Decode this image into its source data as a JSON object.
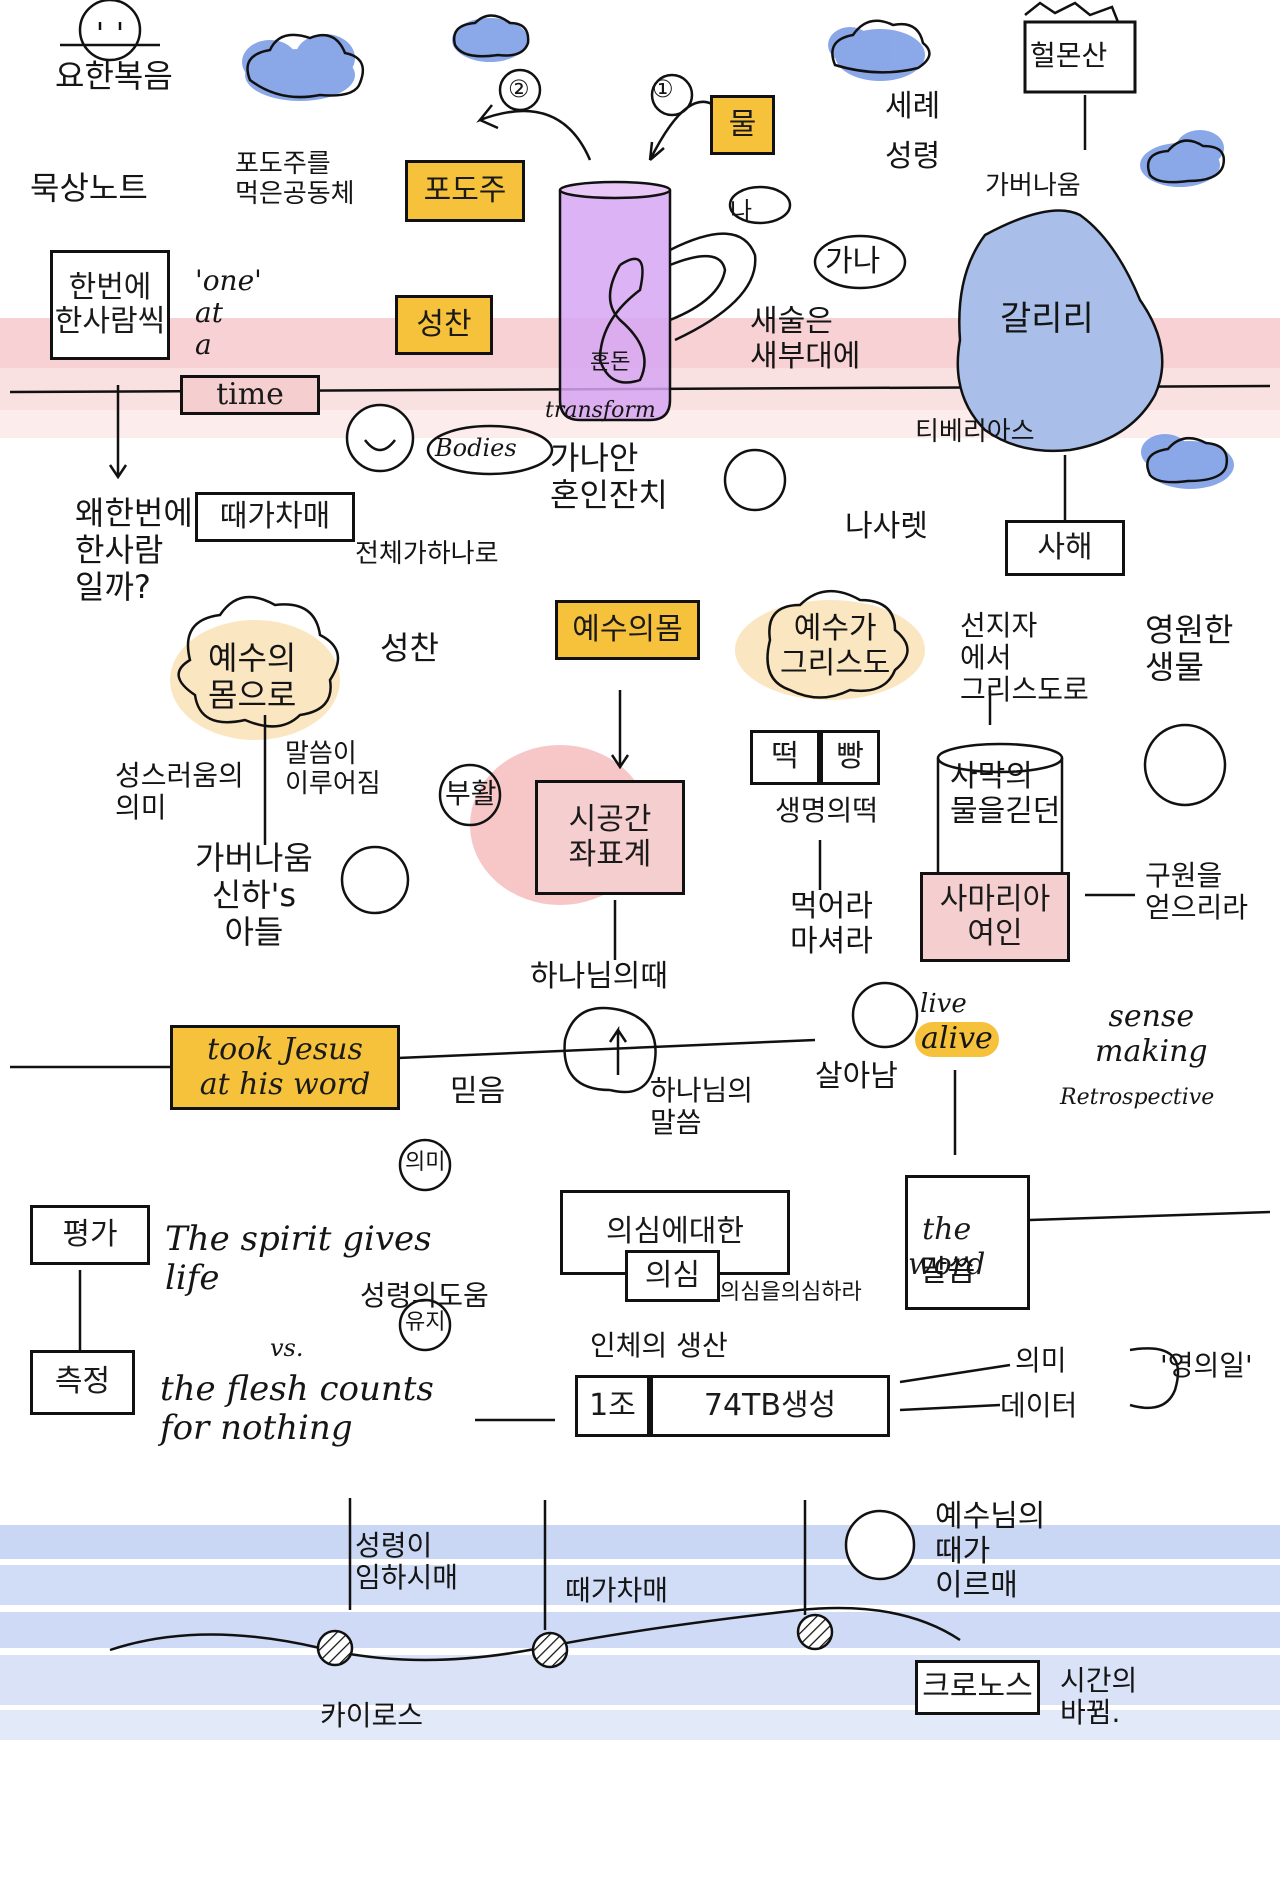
{
  "title": "요한복음 묵상노트",
  "texts": {
    "gospel": "요한복음",
    "meditation_note": "묵상노트",
    "wine_shared": "포도주를\n먹은공동체",
    "wine": "포도주",
    "holy_supper": "성찬",
    "water": "물",
    "baptism": "세례",
    "holy_spirit": "성령",
    "na": "나",
    "gana": "가나",
    "capernaum_top": "가버나움",
    "hermon": "헐몬산",
    "galilee": "갈리리",
    "one_at_a_time_ko": "한번에\n한사람씩",
    "one_at_a_time_en": "'one'\nat\na",
    "time": "time",
    "bodies": "Bodies",
    "new_wine": "새술은\n새부대에",
    "jar_core": "혼돈",
    "transform": "transform",
    "cana_wedding": "가나안\n혼인잔치",
    "tiberias": "티베리아스",
    "nazareth": "나사렛",
    "dead_sea": "사해",
    "why_one": "왜한번에\n한사람\n일까?",
    "timing": "때가차매",
    "whole_one": "전체가하나로",
    "jesus_body_cloud": "예수의\n몸으로",
    "holy_supper_2": "성찬",
    "jesus_body": "예수의몸",
    "jesus_christ": "예수가\n그리스도",
    "prophet_to_christ": "선지자\n에서\n그리스도로",
    "eternal_water": "영원한\n생물",
    "holiness_meaning": "성스러움의\n의미",
    "word_fulfilled": "말씀이\n이루어짐",
    "resurrection": "부활",
    "capernaum_son": "가버나움\n신하's\n아들",
    "spacetime": "시공간\n좌표계",
    "bread_rice": "떡",
    "bread": "빵",
    "bread_of_life": "생명의떡",
    "desert_water": "사막의\n물을긷던",
    "samaritan": "사마리아\n여인",
    "salvation": "구원을\n얻으리라",
    "eat_drink": "먹어라\n마셔라",
    "gods_time": "하나님의때",
    "took_jesus": "took Jesus\nat his word",
    "faith": "믿음",
    "gods_word": "하나님의\n말씀",
    "live": "live",
    "alive": "alive",
    "living": "살아남",
    "sense_making": "sense\nmaking",
    "retrospective": "Retrospective",
    "evaluation": "평가",
    "measurement": "측정",
    "meaning_1": "의미",
    "spirit_gives": "The spirit gives\nlife",
    "spirit_help": "성령의도움",
    "vs": "vs.",
    "maintain": "유지",
    "flesh_counts": "the flesh counts\nfor nothing",
    "doubt_about": "의심에대한",
    "doubt": "의심",
    "doubt_doubt": "의심을의심하라",
    "the_word": "the\nword",
    "word_ko": "말씀",
    "human_gen": "인체의 생산",
    "one_trillion": "1조",
    "seventy_tb": "74TB생성",
    "meaning_2": "의미",
    "data": "데이터",
    "spirit_meaning": "'영의일'",
    "spirit_comes": "성령이\n임하시매",
    "timing_bottom": "때가차매",
    "jesus_time": "예수님의\n때가\n이르매",
    "kairos": "카이로스",
    "chronos": "크로노스",
    "time_change": "시간의\n바뀜.",
    "num_1": "①",
    "num_2": "②"
  },
  "colors": {
    "yellow_box": "#f6c23b",
    "pink_band": "#f6c9cc",
    "blue_wave": "#c9d6f4",
    "cloud": "#7e9ee6",
    "galilee": "#a9bfe9",
    "jar_liquid": "#d6a6f2",
    "cream_cloud": "#fbe6c2"
  },
  "icons": [
    "smiley-face-icon",
    "cloud-icon",
    "mountain-icon",
    "cylinder-icon",
    "spiral-icon",
    "arrow-icon"
  ]
}
